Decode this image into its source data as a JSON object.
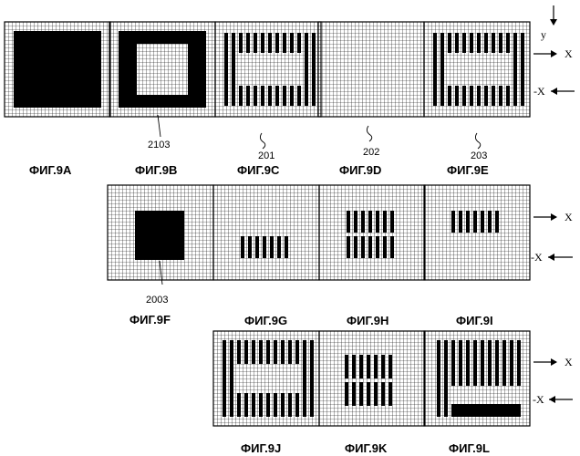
{
  "figures": [
    {
      "id": "9A",
      "label": "ФИГ.9A",
      "pattern": "solid"
    },
    {
      "id": "9B",
      "label": "ФИГ.9B",
      "pattern": "frame",
      "ref": "2103"
    },
    {
      "id": "9C",
      "label": "ФИГ.9C",
      "pattern": "comb-c",
      "ref": "201"
    },
    {
      "id": "9D",
      "label": "ФИГ.9D",
      "pattern": "empty",
      "ref": "202"
    },
    {
      "id": "9E",
      "label": "ФИГ.9E",
      "pattern": "comb-c",
      "ref": "203"
    },
    {
      "id": "9F",
      "label": "ФИГ.9F",
      "pattern": "solid-center",
      "ref": "2003"
    },
    {
      "id": "9G",
      "label": "ФИГ.9G",
      "pattern": "bars-lower"
    },
    {
      "id": "9H",
      "label": "ФИГ.9H",
      "pattern": "bars-both"
    },
    {
      "id": "9I",
      "label": "ФИГ.9I",
      "pattern": "bars-upper"
    },
    {
      "id": "9J",
      "label": "ФИГ.9J",
      "pattern": "comb-j"
    },
    {
      "id": "9K",
      "label": "ФИГ.9K",
      "pattern": "bars-offset"
    },
    {
      "id": "9L",
      "label": "ФИГ.9L",
      "pattern": "comb-l"
    }
  ],
  "axis_labels": {
    "y": "y",
    "x_pos": "X",
    "x_neg": "-X"
  }
}
